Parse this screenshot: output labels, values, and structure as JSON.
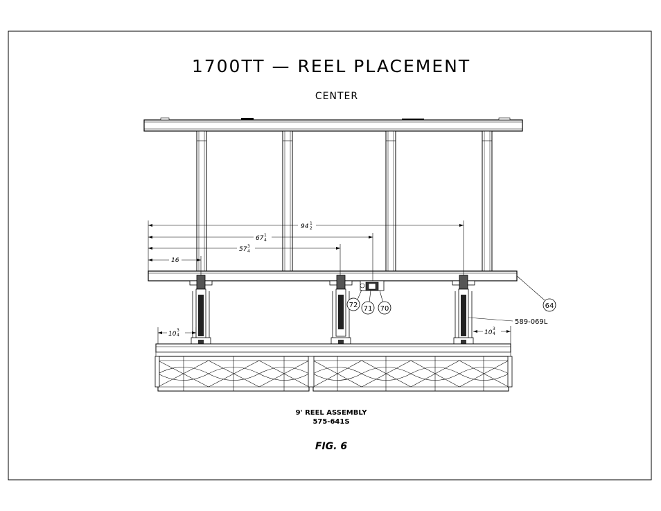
{
  "title": "1700TT — REEL PLACEMENT",
  "subtitle": "CENTER",
  "dimensions": {
    "d94": {
      "whole": "94",
      "num": "1",
      "den": "2"
    },
    "d67": {
      "whole": "67",
      "num": "1",
      "den": "4"
    },
    "d57": {
      "whole": "57",
      "num": "3",
      "den": "4"
    },
    "d16": {
      "whole": "16"
    },
    "d10l": {
      "whole": "10",
      "num": "3",
      "den": "4"
    },
    "d10r": {
      "whole": "10",
      "num": "3",
      "den": "4"
    }
  },
  "callouts": {
    "c64": "64",
    "c72": "72",
    "c71": "71",
    "c70": "70",
    "part_589": "589-069L"
  },
  "assembly": {
    "name": "9' REEL ASSEMBLY",
    "part": "575-641S"
  },
  "figure": "FIG. 6"
}
